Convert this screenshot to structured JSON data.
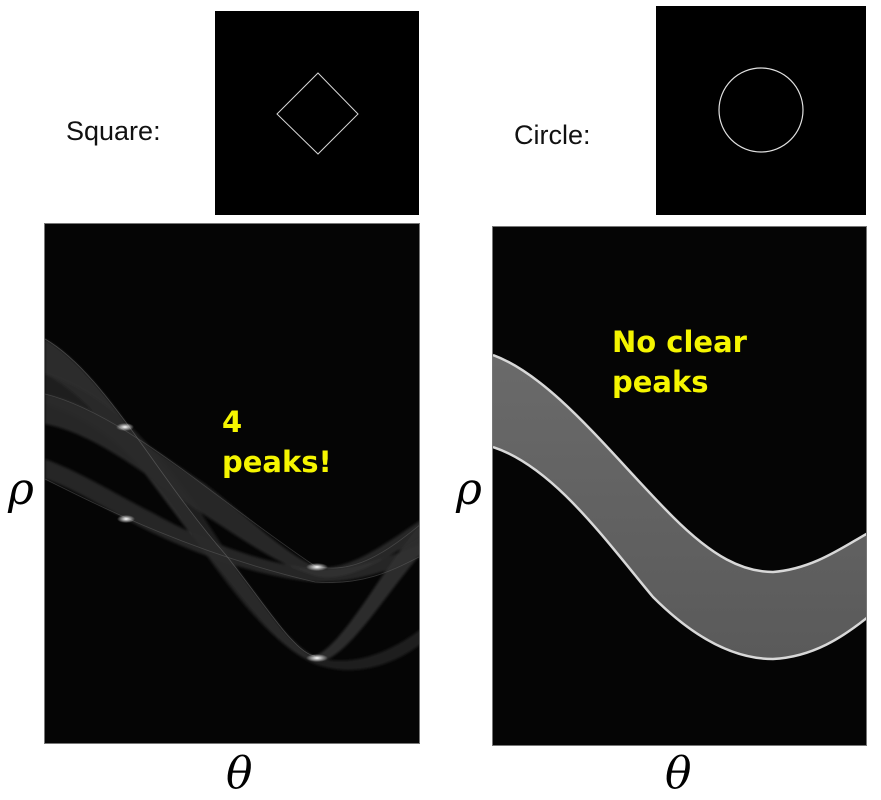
{
  "left_panel": {
    "shape_label": "Square:",
    "annotation": [
      "4",
      "peaks!"
    ],
    "y_axis": "ρ",
    "x_axis": "θ"
  },
  "right_panel": {
    "shape_label": "Circle:",
    "annotation": [
      "No clear",
      "peaks"
    ],
    "y_axis": "ρ",
    "x_axis": "θ"
  },
  "colors": {
    "annotation": "#f5f500",
    "background": "#000000",
    "curve": "#ffffff"
  }
}
